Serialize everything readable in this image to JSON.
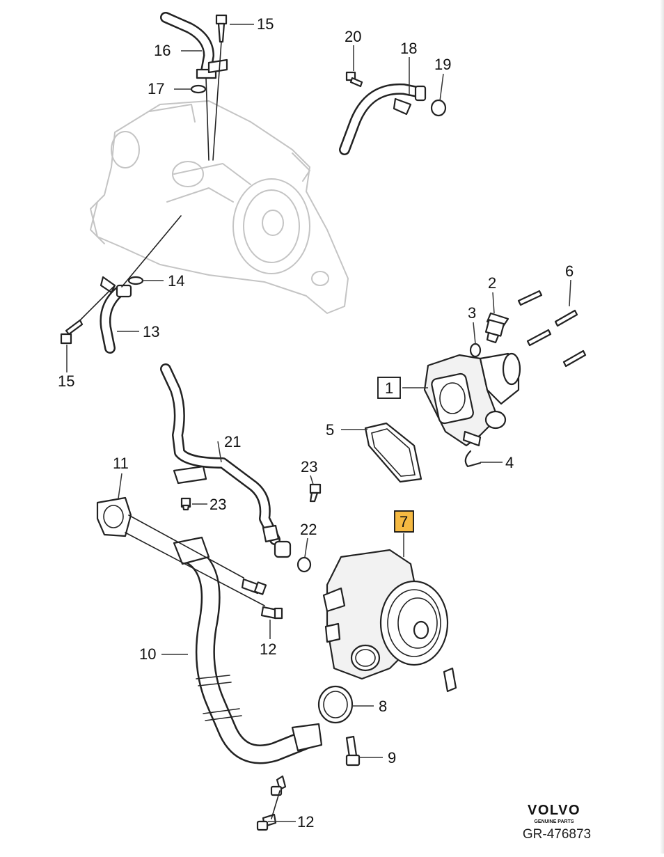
{
  "diagram": {
    "labels": {
      "l1": "1",
      "l2": "2",
      "l3": "3",
      "l4": "4",
      "l5": "5",
      "l6": "6",
      "l7": "7",
      "l8": "8",
      "l9": "9",
      "l10": "10",
      "l11": "11",
      "l12a": "12",
      "l12b": "12",
      "l13": "13",
      "l14": "14",
      "l15a": "15",
      "l15b": "15",
      "l16": "16",
      "l17": "17",
      "l18": "18",
      "l19": "19",
      "l20": "20",
      "l21": "21",
      "l22": "22",
      "l23a": "23",
      "l23b": "23"
    },
    "boxed_labels": [
      "1",
      "7"
    ],
    "highlight_color": "#f5b942",
    "line_color": "#222222",
    "ghost_color": "#c4c4c4",
    "brand": {
      "logo": "VOLVO",
      "tagline": "GENUINE PARTS",
      "ref": "GR-476873"
    }
  }
}
